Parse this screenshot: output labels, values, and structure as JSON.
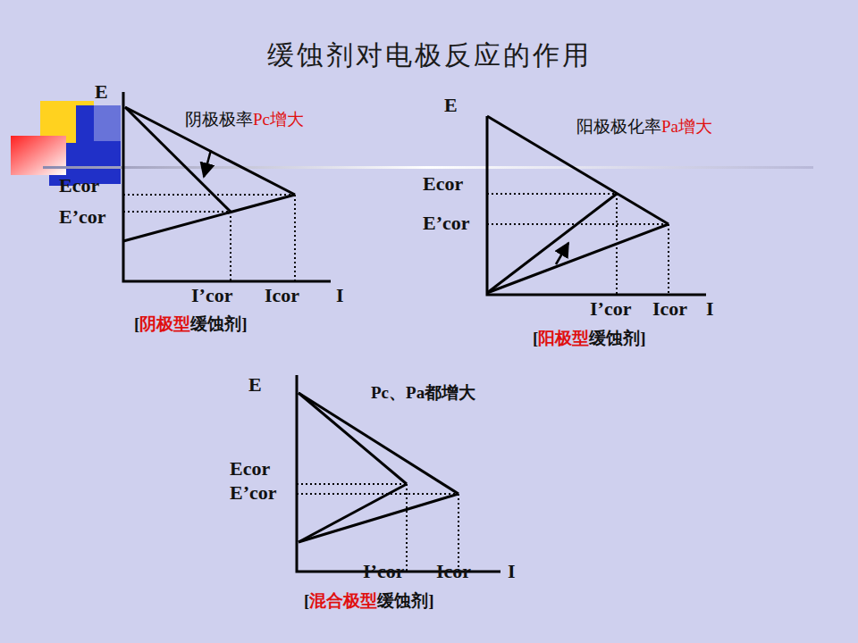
{
  "diagram": {
    "title": "缓蚀剂对电极反应的作用",
    "labels": [
      "E",
      "阴极极率",
      "Pc增大",
      "Ecor",
      "E’cor",
      "I’cor",
      "Icor",
      "I",
      "[",
      "阴极型",
      "缓蚀剂",
      "]",
      "E",
      "阳极极化率",
      "Pa增大",
      "Ecor",
      "E’cor",
      "I’cor",
      "Icor",
      "I",
      "[",
      "阳极型",
      "缓蚀剂",
      "]",
      "E",
      "Pc、Pa都增大",
      "Ecor",
      "E’cor",
      "I’cor",
      "Icor",
      "I",
      "[",
      "混合极型",
      "缓蚀剂",
      "]"
    ]
  }
}
